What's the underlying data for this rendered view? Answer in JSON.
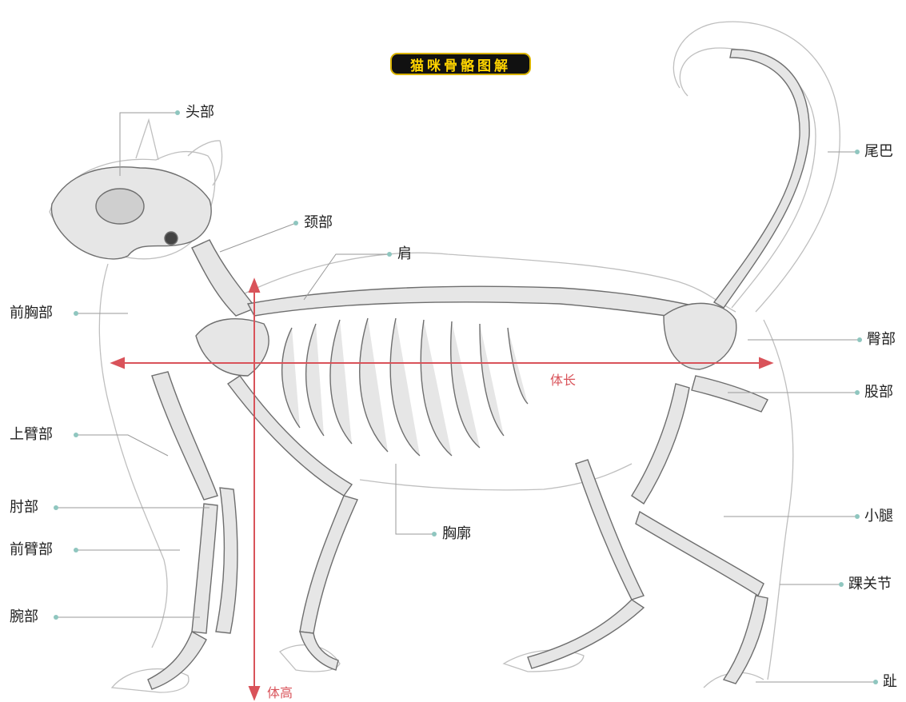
{
  "title": "猫咪骨骼图解",
  "labels": {
    "head": "头部",
    "neck": "颈部",
    "shoulder": "肩",
    "tail": "尾巴",
    "forechest": "前胸部",
    "hip": "臀部",
    "thigh": "股部",
    "upper_arm": "上臂部",
    "elbow": "肘部",
    "forearm": "前臂部",
    "wrist": "腕部",
    "ribcage": "胸廓",
    "lower_leg": "小腿",
    "ankle": "踝关节",
    "toe": "趾"
  },
  "measures": {
    "body_length": "体长",
    "body_height": "体高"
  },
  "colors": {
    "leader_dot": "#8fc6bf",
    "measure_line": "#d9535a",
    "badge_bg": "#111111",
    "badge_text": "#ffd400"
  }
}
